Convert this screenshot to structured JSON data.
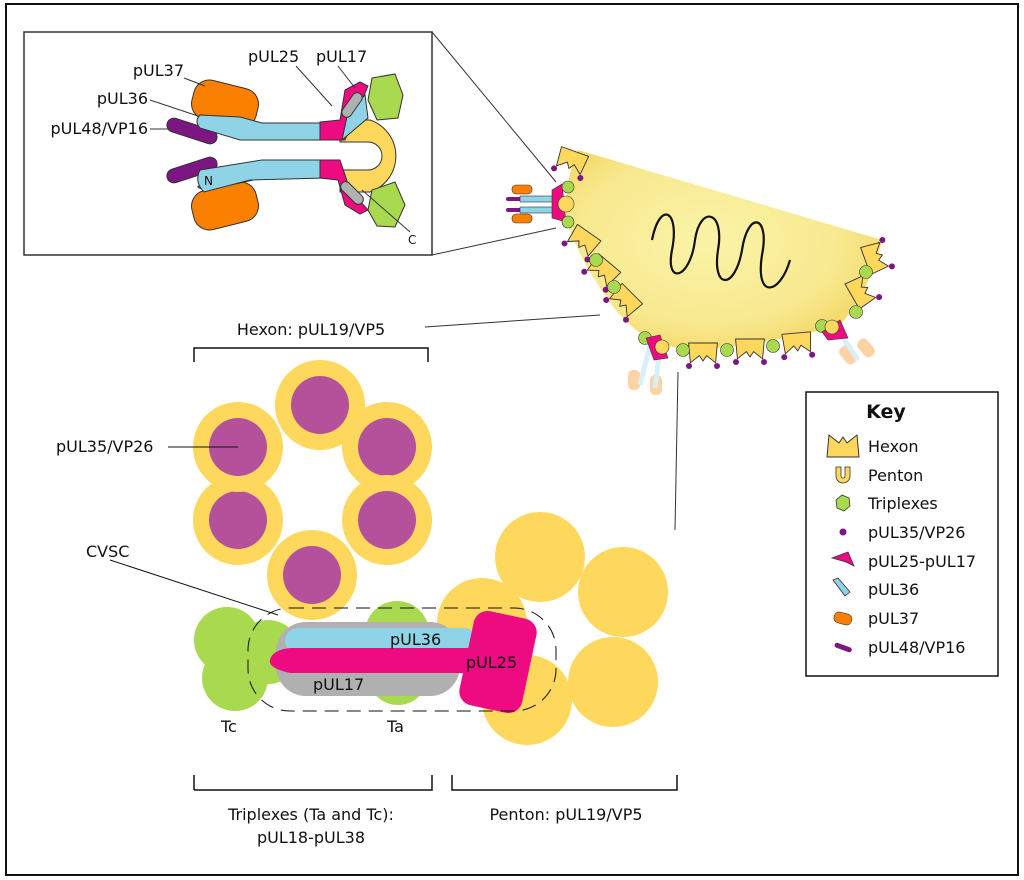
{
  "colors": {
    "hexon": "#fdd85d",
    "vp26": "#b5519b",
    "triplex": "#a8d94e",
    "pUL25": "#ee0a80",
    "pUL17": "#b0b0b0",
    "pUL36": "#8ed3e6",
    "pUL37": "#fb8000",
    "pUL48": "#7c1682",
    "capsid_fill": "#f9eb9a"
  },
  "inset": {
    "labels": {
      "pUL37": "pUL37",
      "pUL36": "pUL36",
      "pUL48": "pUL48/VP16",
      "pUL25": "pUL25",
      "pUL17": "pUL17",
      "n_term": "N",
      "c_term": "C"
    }
  },
  "main": {
    "hexon_label": "Hexon: pUL19/VP5",
    "vp26_label": "pUL35/VP26",
    "cvsc_label": "CVSC",
    "pUL36_label": "pUL36",
    "pUL17_label": "pUL17",
    "pUL25_label": "pUL25",
    "tc_label": "Tc",
    "ta_label": "Ta",
    "triplex_label_1": "Triplexes (Ta and Tc):",
    "triplex_label_2": "pUL18-pUL38",
    "penton_label": "Penton: pUL19/VP5"
  },
  "key": {
    "title": "Key",
    "items": [
      {
        "label": "Hexon",
        "icon": "hexon-icon"
      },
      {
        "label": "Penton",
        "icon": "penton-icon"
      },
      {
        "label": "Triplexes",
        "icon": "triplex-icon"
      },
      {
        "label": "pUL35/VP26",
        "icon": "vp26-dot-icon"
      },
      {
        "label": "pUL25-pUL17",
        "icon": "pul25-pul17-icon"
      },
      {
        "label": "pUL36",
        "icon": "pul36-icon"
      },
      {
        "label": "pUL37",
        "icon": "pul37-icon"
      },
      {
        "label": "pUL48/VP16",
        "icon": "pul48-icon"
      }
    ]
  }
}
